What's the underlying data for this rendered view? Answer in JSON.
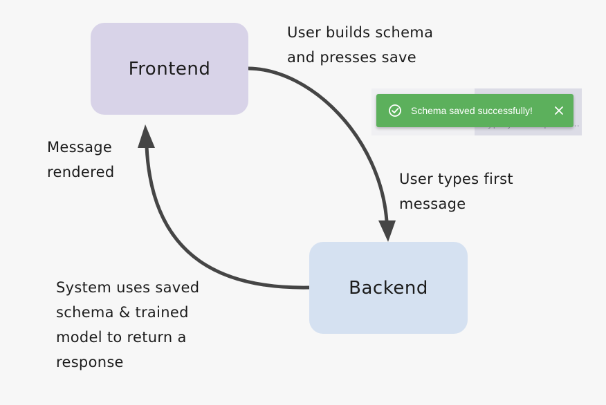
{
  "nodes": {
    "frontend": "Frontend",
    "backend": "Backend"
  },
  "labels": {
    "save": [
      "User builds schema",
      "and presses save"
    ],
    "first_message": [
      "User types first",
      "message"
    ],
    "rendered": [
      "Message",
      "rendered"
    ],
    "response": [
      "System uses saved",
      "schema & trained",
      "model to return a",
      "response"
    ]
  },
  "toast": {
    "message": "Schema saved successfully!",
    "input_placeholder": "Type your response..."
  },
  "colors": {
    "frontend_fill": "#d8d3e8",
    "backend_fill": "#d5e1f1",
    "arrow": "#454545",
    "toast_bg": "#5cb05c"
  },
  "icons": {
    "toast_status": "check-circle-icon",
    "toast_close": "close-icon"
  }
}
